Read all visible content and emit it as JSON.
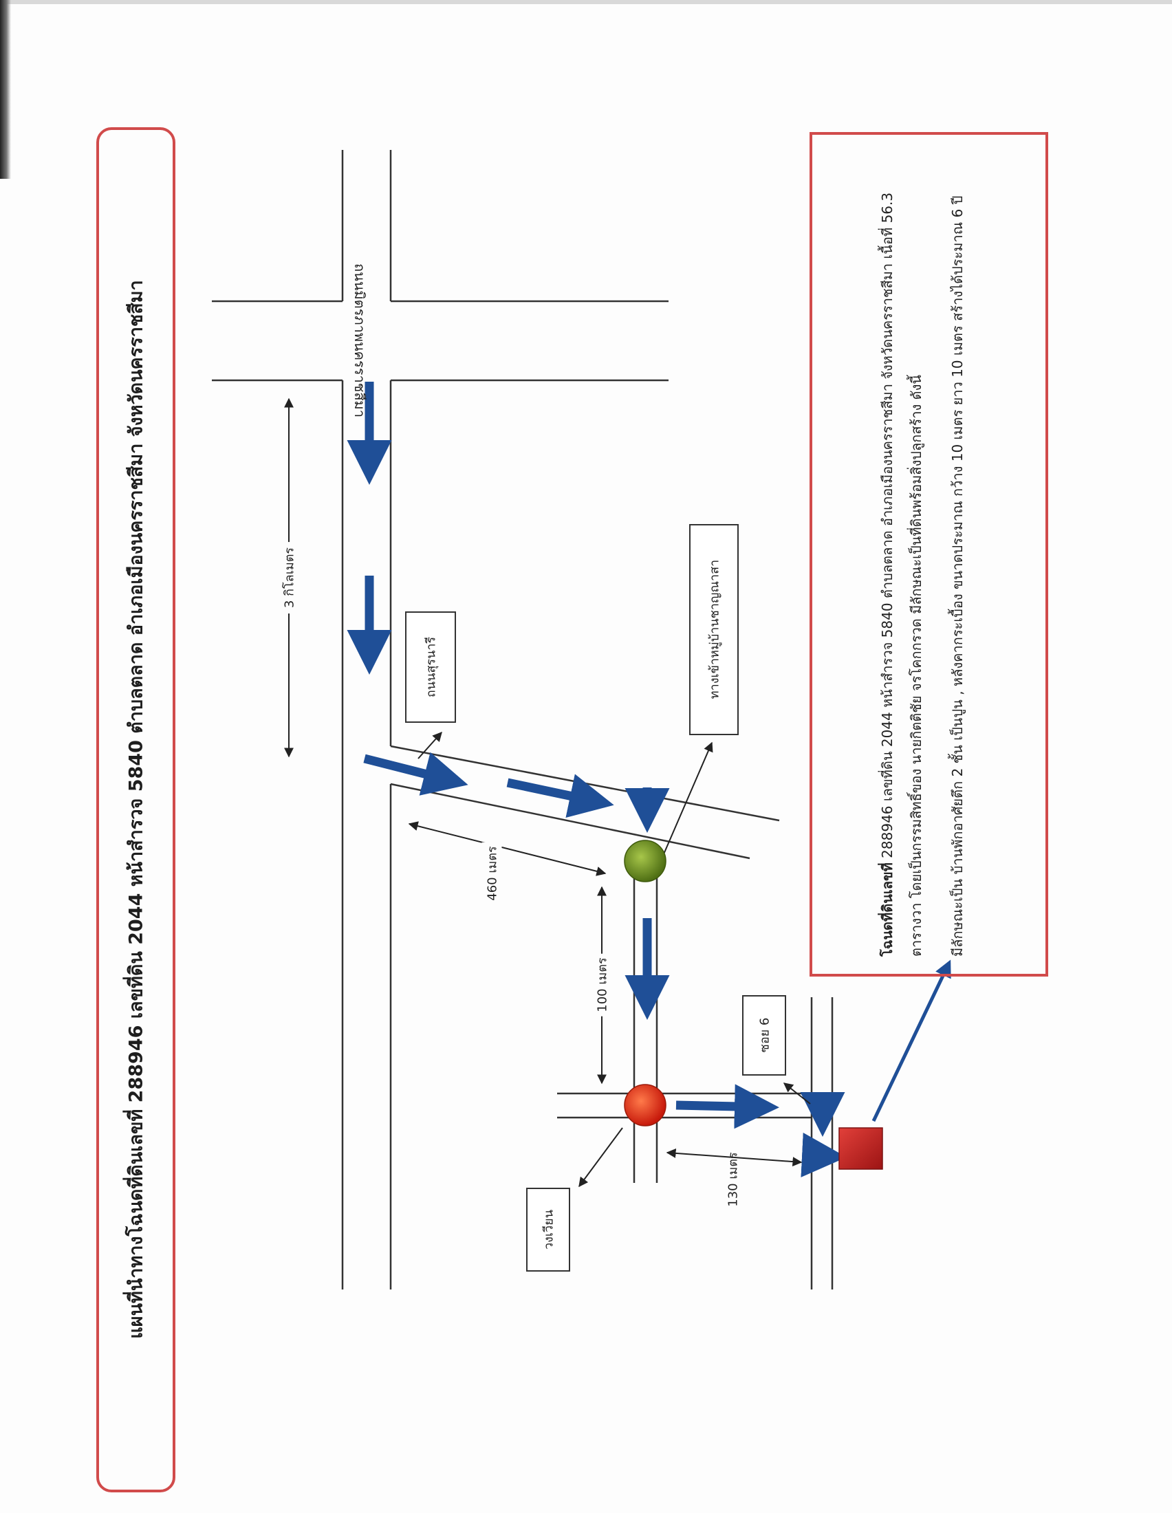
{
  "title": "แผนที่นำทางโฉนดที่ดินเลขที่ 288946  เลขที่ดิน 2044  หน้าสำรวจ 5840   ตำบลตลาด  อำเภอเมืองนครราชสีมา  จังหวัดนครราชสีมา",
  "roads": {
    "main_road": "ถนนมิตรภาพนครราชสีมา"
  },
  "labels": {
    "road_suranaree": "ถนนสุรนารี",
    "village_entrance": "ทางเข้าหมู่บ้านชาญณาสา",
    "soi6": "ซอย 6",
    "roundabout": "วงเวียน"
  },
  "distances": {
    "km3": "3 กิโลเมตร",
    "m460": "460 เมตร",
    "m100": "100 เมตร",
    "m130": "130 เมตร"
  },
  "info": {
    "deed_bold": "โฉนดที่ดินเลขที่",
    "line1": " 288946  เลขที่ดิน 2044  หน้าสำรวจ 5840  ตำบลตลาด อำเภอเมืองนครราชสีมา จังหวัดนครราชสีมา เนื้อที่  56.3  ตารางวา โดยเป็นกรรมสิทธิ์ของ  นายกิตติชัย จรโคกกรวด  มีลักษณะเป็นที่ดินพร้อมสิ่งปลูกสร้าง ดังนี้",
    "line2": "มีลักษณะเป็น บ้านพักอาศัยตึก 2 ชั้น เป็นปูน , หลังคากระเบื้อง  ขนาดประมาณ กว้าง 10  เมตร ยาว 10 เมตร สร้างได้ประมาณ 6 ปี"
  },
  "colors": {
    "frame": "#d14b4b",
    "arrow": "#1f4f97",
    "dot_green": "#6a8f1e",
    "dot_red": "#e0311c",
    "target": "#c2282a"
  }
}
